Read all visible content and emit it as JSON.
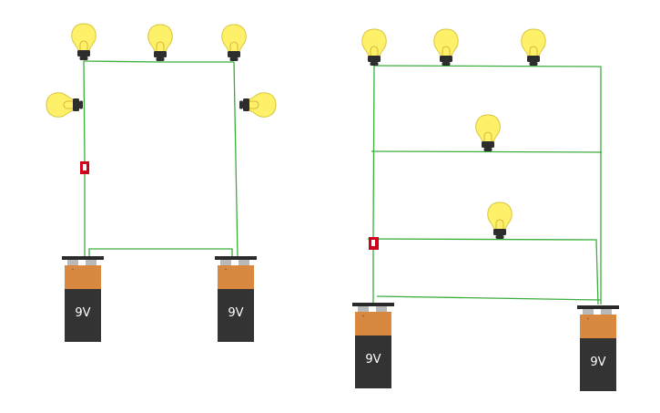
{
  "circuits": [
    {
      "id": "series",
      "battery_labels": [
        "9V",
        "9V"
      ],
      "bulb_count": 5,
      "switch_count": 1
    },
    {
      "id": "parallel",
      "battery_labels": [
        "9V",
        "9V"
      ],
      "bulb_count": 5,
      "switch_count": 1
    }
  ],
  "colors": {
    "wire": "#3cae3c",
    "bulb_glass": "#fff06a",
    "bulb_base": "#2d2d2d",
    "switch": "#d0021b",
    "battery_top": "#d8893f",
    "battery_body": "#333333",
    "battery_cap": "#2a2a2a"
  },
  "icons": [
    "light-bulb-icon",
    "battery-9v-icon",
    "switch-icon"
  ]
}
